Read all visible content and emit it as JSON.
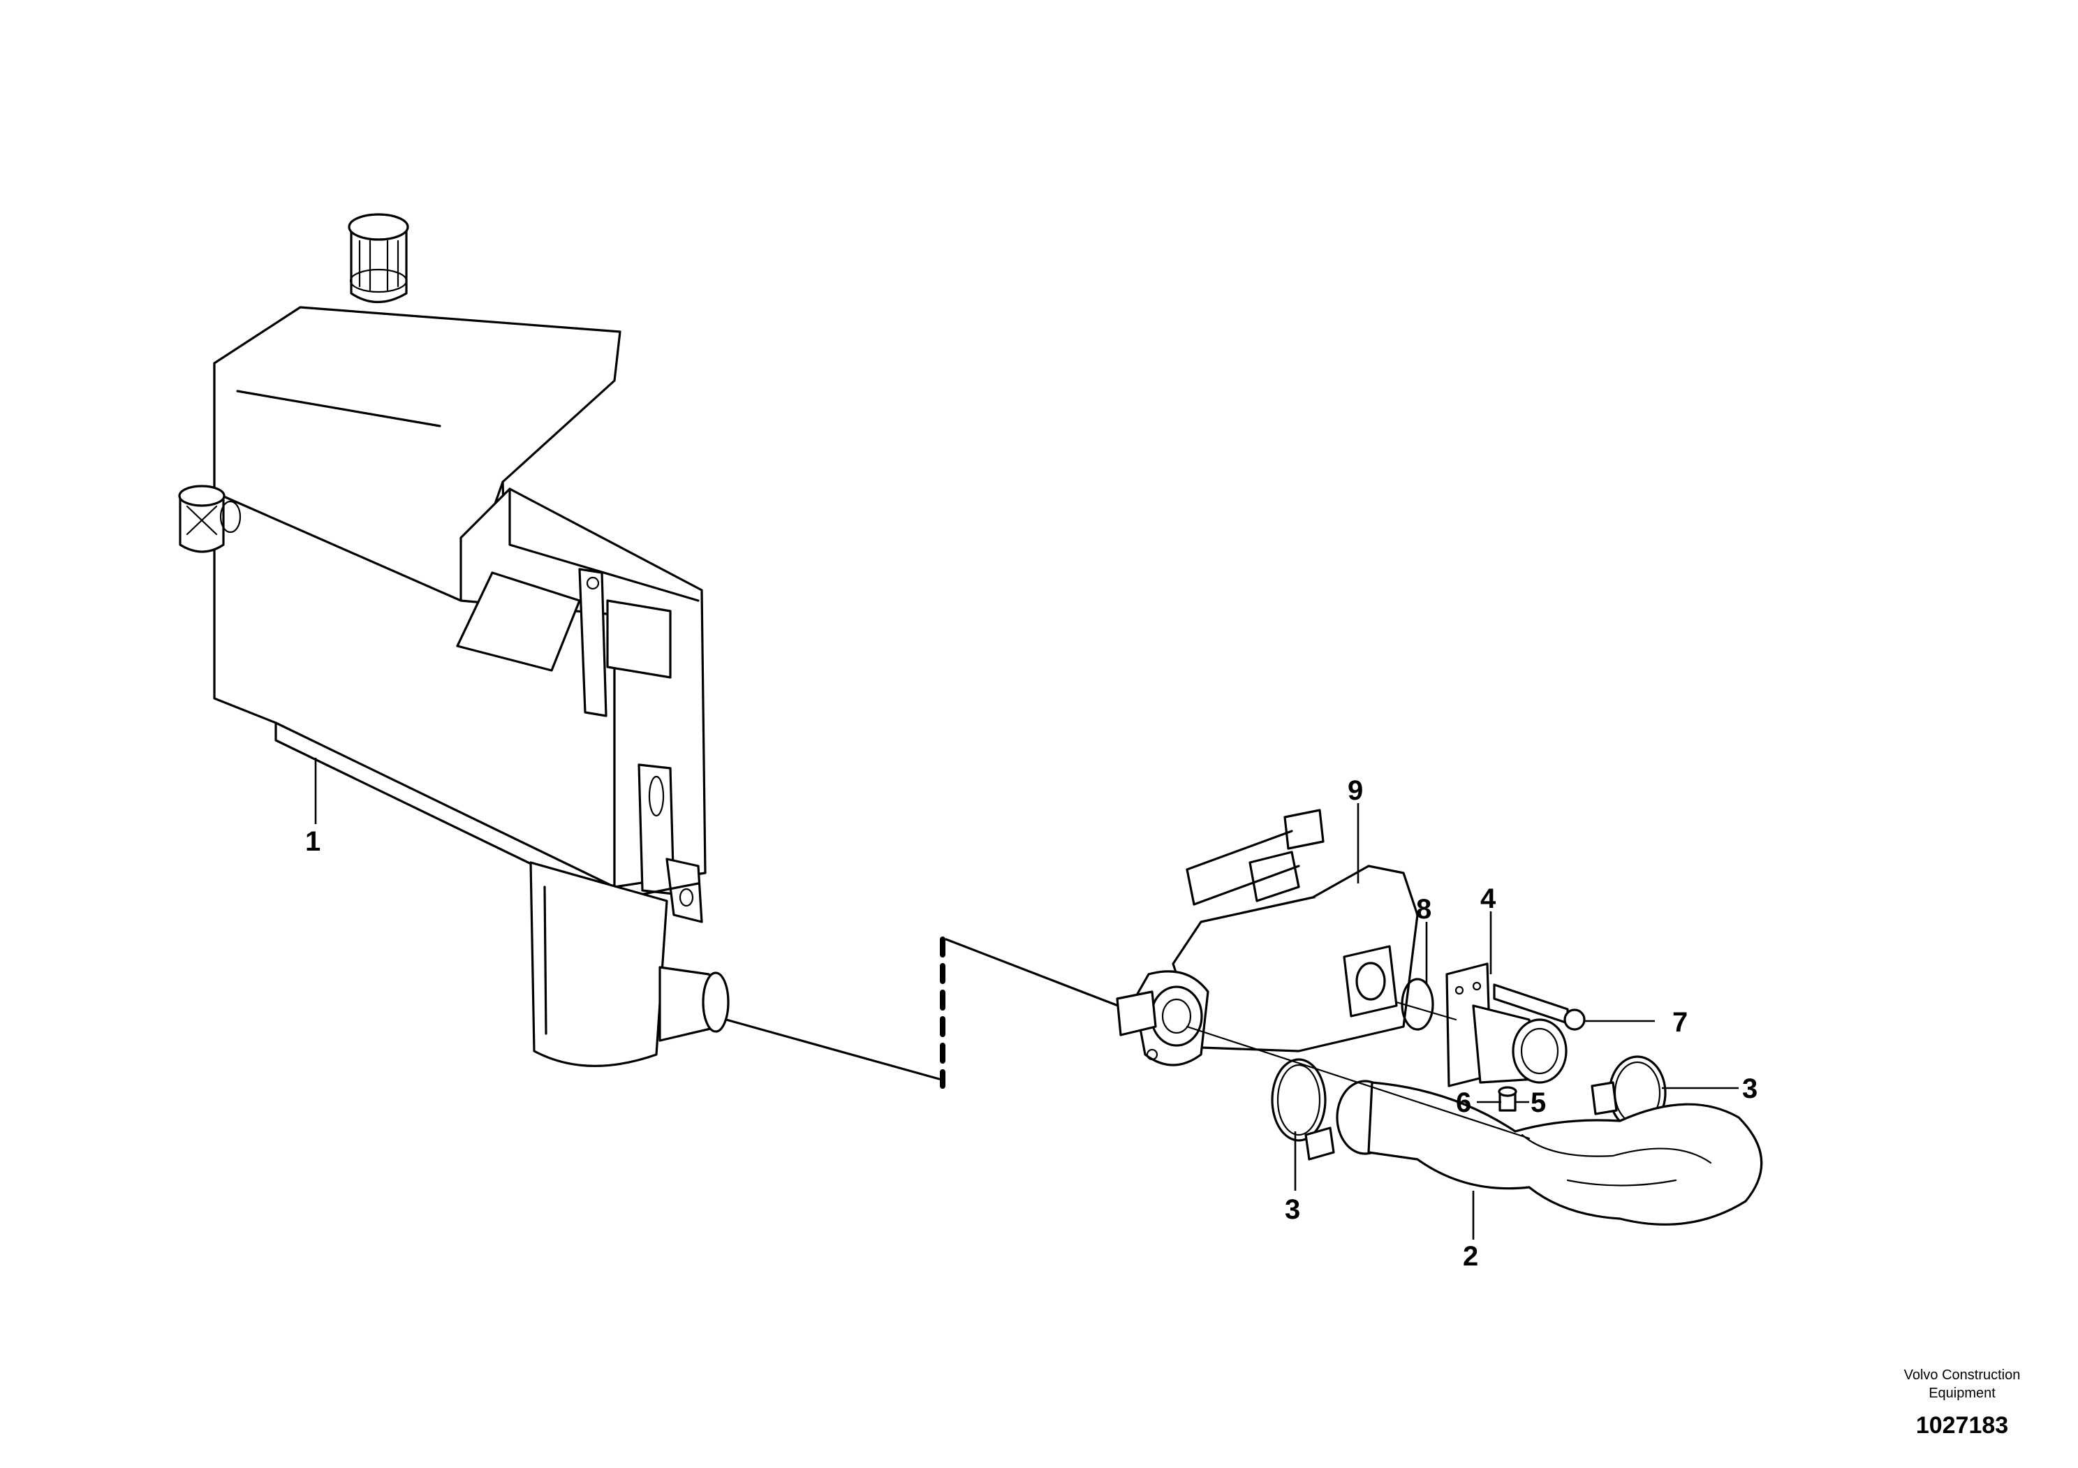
{
  "callouts": {
    "c1": "1",
    "c2": "2",
    "c3a": "3",
    "c3b": "3",
    "c4": "4",
    "c5": "5",
    "c6": "6",
    "c7": "7",
    "c8": "8",
    "c9": "9"
  },
  "footer": {
    "company_line1": "Volvo Construction",
    "company_line2": "Equipment",
    "doc_number": "1027183"
  }
}
